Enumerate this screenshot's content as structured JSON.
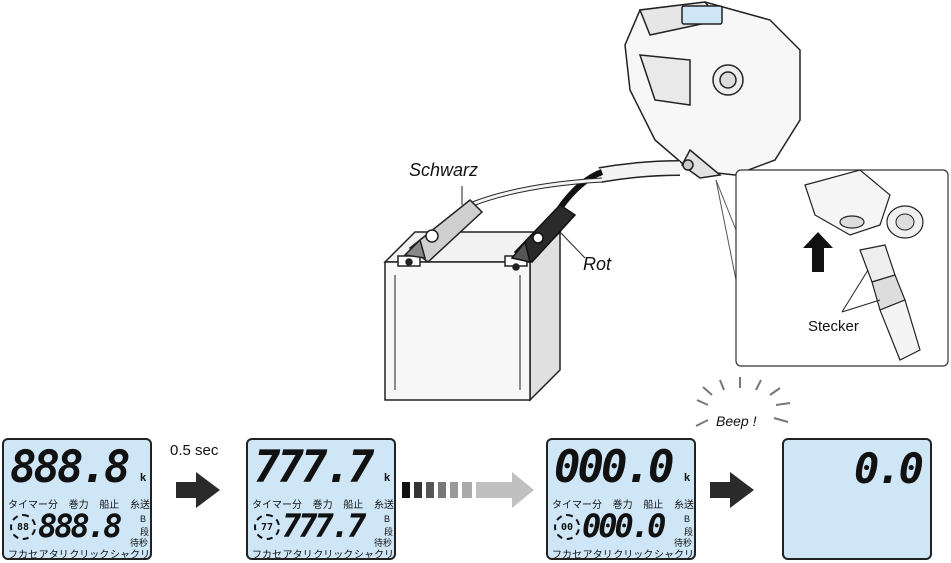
{
  "labels": {
    "schwarz": "Schwarz",
    "rot": "Rot",
    "stecker": "Stecker",
    "timing": "0.5 sec",
    "beep": "Beep !"
  },
  "lcd_labels": {
    "timer": "タイマー",
    "min": "分",
    "torque": "巻力",
    "boat_stop": "船止",
    "line_feed": "糸送",
    "b": "B",
    "dan": "段",
    "wait_sec": "待秒",
    "fukase": "フカセ",
    "atari": "アタリ",
    "click": "クリック",
    "shakuri": "シャクリ",
    "k": "k"
  },
  "screens": [
    {
      "main": "888.8",
      "circle": "88",
      "sub": "888.8"
    },
    {
      "main": "777.7",
      "circle": "77",
      "sub": "777.7"
    },
    {
      "main": "000.0",
      "circle": "00",
      "sub": "000.0"
    },
    {
      "main": "0.0"
    }
  ],
  "colors": {
    "lcd_bg": "#cfe6f7",
    "arrow": "#2a2a2a"
  }
}
